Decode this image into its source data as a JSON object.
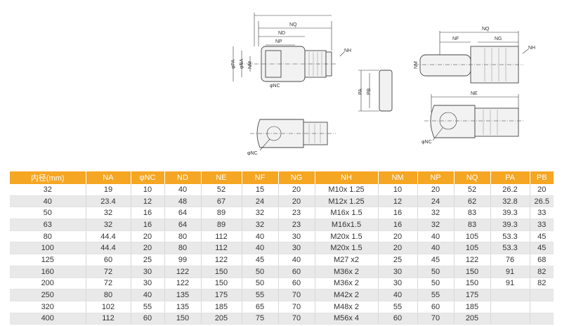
{
  "drawings": {
    "view1_labels": {
      "nq": "NQ",
      "nd": "ND",
      "np": "NP",
      "nh": "NH",
      "pa": "φPA",
      "na": "φNA",
      "nm": "NM",
      "nc": "φNC"
    },
    "view2_labels": {
      "nq": "NQ",
      "nf": "NF",
      "ng": "NG",
      "nh": "NH",
      "nm": "NM"
    },
    "view3_labels": {
      "pa": "PA",
      "pb": "PB"
    },
    "view4_labels": {
      "nc": "φNC"
    },
    "view5_labels": {
      "ne": "NE",
      "nc": "φNC"
    }
  },
  "table": {
    "headers": [
      "内径(mm)",
      "NA",
      "φNC",
      "ND",
      "NE",
      "NF",
      "NG",
      "NH",
      "NM",
      "NP",
      "NQ",
      "PA",
      "PB"
    ],
    "rows": [
      [
        "32",
        "19",
        "10",
        "40",
        "52",
        "15",
        "20",
        "M10x 1.25",
        "10",
        "20",
        "52",
        "26.2",
        "20"
      ],
      [
        "40",
        "23.4",
        "12",
        "48",
        "67",
        "24",
        "20",
        "M12x 1.25",
        "12",
        "24",
        "62",
        "32.8",
        "26.5"
      ],
      [
        "50",
        "32",
        "16",
        "64",
        "89",
        "32",
        "23",
        "M16x 1.5",
        "16",
        "32",
        "83",
        "39.3",
        "33"
      ],
      [
        "63",
        "32",
        "16",
        "64",
        "89",
        "32",
        "23",
        "M16x1.5",
        "16",
        "32",
        "83",
        "39.3",
        "33"
      ],
      [
        "80",
        "44.4",
        "20",
        "80",
        "112",
        "40",
        "30",
        "M20x 1.5",
        "20",
        "40",
        "105",
        "53.3",
        "45"
      ],
      [
        "100",
        "44.4",
        "20",
        "80",
        "112",
        "40",
        "30",
        "M20x 1.5",
        "20",
        "40",
        "105",
        "53.3",
        "45"
      ],
      [
        "125",
        "60",
        "25",
        "99",
        "122",
        "45",
        "40",
        "M27 x2",
        "25",
        "45",
        "122",
        "76",
        "68"
      ],
      [
        "160",
        "72",
        "30",
        "122",
        "150",
        "50",
        "60",
        "M36x 2",
        "30",
        "50",
        "150",
        "91",
        "82"
      ],
      [
        "200",
        "72",
        "30",
        "122",
        "150",
        "50",
        "60",
        "M36x 2",
        "30",
        "50",
        "150",
        "91",
        "82"
      ],
      [
        "250",
        "80",
        "40",
        "135",
        "175",
        "55",
        "70",
        "M42x 2",
        "40",
        "55",
        "175",
        "",
        ""
      ],
      [
        "320",
        "102",
        "55",
        "135",
        "185",
        "65",
        "70",
        "M48x 2",
        "55",
        "60",
        "185",
        "",
        ""
      ],
      [
        "400",
        "112",
        "60",
        "150",
        "205",
        "75",
        "70",
        "M56x 4",
        "60",
        "70",
        "205",
        "",
        ""
      ]
    ]
  },
  "colors": {
    "header_bg": "#f5a623",
    "alt_row_bg": "#e9e9e9"
  }
}
